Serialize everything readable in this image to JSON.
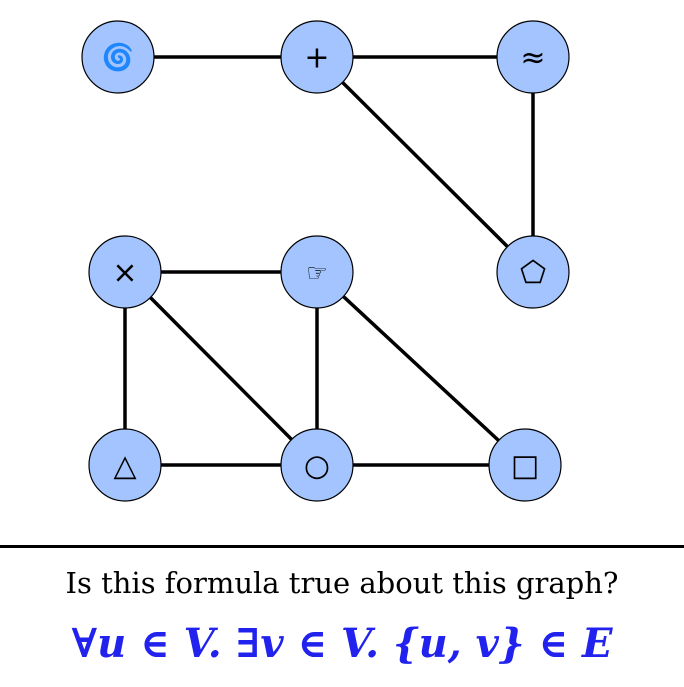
{
  "graph": {
    "nodes": [
      {
        "id": "spiral",
        "symbol": "🌀",
        "icon": "spiral-icon"
      },
      {
        "id": "plus",
        "symbol": "+",
        "icon": "plus-icon"
      },
      {
        "id": "approx",
        "symbol": "≈",
        "icon": "approx-icon"
      },
      {
        "id": "pentagon",
        "symbol": "⬠",
        "icon": "pentagon-icon"
      },
      {
        "id": "times",
        "symbol": "×",
        "icon": "times-icon"
      },
      {
        "id": "hand",
        "symbol": "☞",
        "icon": "pointing-hand-icon"
      },
      {
        "id": "triangle",
        "symbol": "△",
        "icon": "triangle-icon"
      },
      {
        "id": "circle",
        "symbol": "○",
        "icon": "circle-icon"
      },
      {
        "id": "square",
        "symbol": "□",
        "icon": "square-icon"
      }
    ],
    "edges": [
      [
        "spiral",
        "plus"
      ],
      [
        "plus",
        "approx"
      ],
      [
        "plus",
        "pentagon"
      ],
      [
        "approx",
        "pentagon"
      ],
      [
        "times",
        "hand"
      ],
      [
        "times",
        "triangle"
      ],
      [
        "times",
        "circle"
      ],
      [
        "hand",
        "circle"
      ],
      [
        "hand",
        "square"
      ],
      [
        "triangle",
        "circle"
      ],
      [
        "circle",
        "square"
      ]
    ],
    "colors": {
      "node_fill": "#a3c4ff",
      "edge": "#000000"
    }
  },
  "question": "Is this formula true about this graph?",
  "formula": "∀u ∈ V. ∃v ∈ V. {u, v} ∈ E",
  "formula_color": "#2222ee"
}
